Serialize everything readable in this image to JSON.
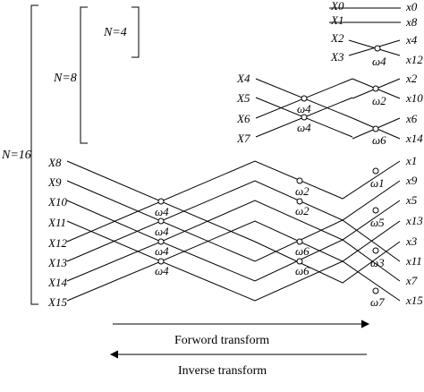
{
  "inputs": [
    "X0",
    "X1",
    "X2",
    "X3",
    "X4",
    "X5",
    "X6",
    "X7",
    "X8",
    "X9",
    "X10",
    "X11",
    "X12",
    "X13",
    "X14",
    "X15"
  ],
  "outputs": [
    "x0",
    "x8",
    "x4",
    "x12",
    "x2",
    "x10",
    "x6",
    "x14",
    "x1",
    "x9",
    "x5",
    "x13",
    "x3",
    "x11",
    "x7",
    "x15"
  ],
  "brackets": {
    "n4": "N=4",
    "n8": "N=8",
    "n16": "N=16"
  },
  "twiddles": {
    "w1": "ω1",
    "w2": "ω2",
    "w3": "ω3",
    "w4": "ω4",
    "w5": "ω5",
    "w6": "ω6",
    "w7": "ω7"
  },
  "arrows": {
    "forward": "Forword transform",
    "inverse": "Inverse transform"
  }
}
